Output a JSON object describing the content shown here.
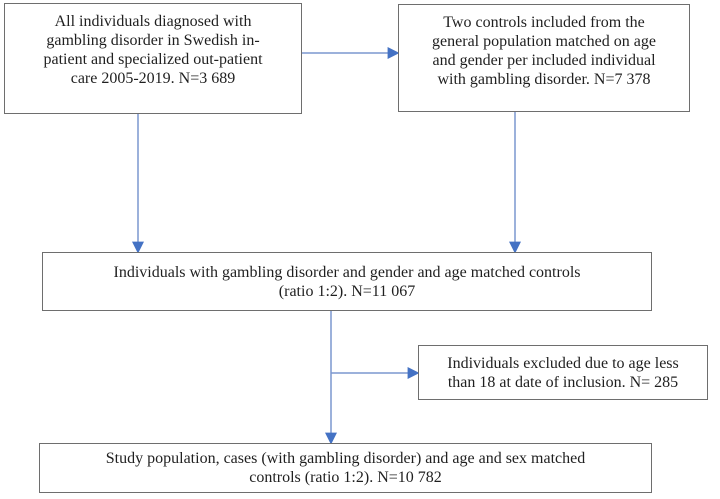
{
  "colors": {
    "bg_color": "#ffffff",
    "box_border": "#6e6e6e",
    "text_color": "#1f1f1f",
    "arrow_line": "#7b97cf",
    "arrow_head": "#4472c4"
  },
  "flowchart": {
    "nodes": [
      {
        "id": "source-cases",
        "text": "All individuals diagnosed with\ngambling disorder in Swedish in-\npatient and specialized out-patient\ncare 2005-2019. N=3 689",
        "n_value": "3 689"
      },
      {
        "id": "matched-controls",
        "text": "Two controls included from the\ngeneral population matched on age\nand gender per included individual\nwith gambling disorder. N=7 378",
        "n_value": "7 378"
      },
      {
        "id": "matched-cohort",
        "text": "Individuals with gambling disorder and gender and age matched controls\n(ratio 1:2). N=11 067",
        "n_value": "11 067"
      },
      {
        "id": "excluded",
        "text": "Individuals excluded due to age less\nthan 18 at date of inclusion. N= 285",
        "n_value": "285"
      },
      {
        "id": "study-population",
        "text": "Study population, cases (with gambling disorder) and age and sex matched\ncontrols (ratio 1:2). N=10 782",
        "n_value": "10 782"
      }
    ],
    "edges": [
      {
        "from": "source-cases",
        "to": "matched-controls"
      },
      {
        "from": "source-cases",
        "to": "matched-cohort"
      },
      {
        "from": "matched-controls",
        "to": "matched-cohort"
      },
      {
        "from": "matched-cohort",
        "to": "excluded"
      },
      {
        "from": "matched-cohort",
        "to": "study-population"
      }
    ]
  }
}
